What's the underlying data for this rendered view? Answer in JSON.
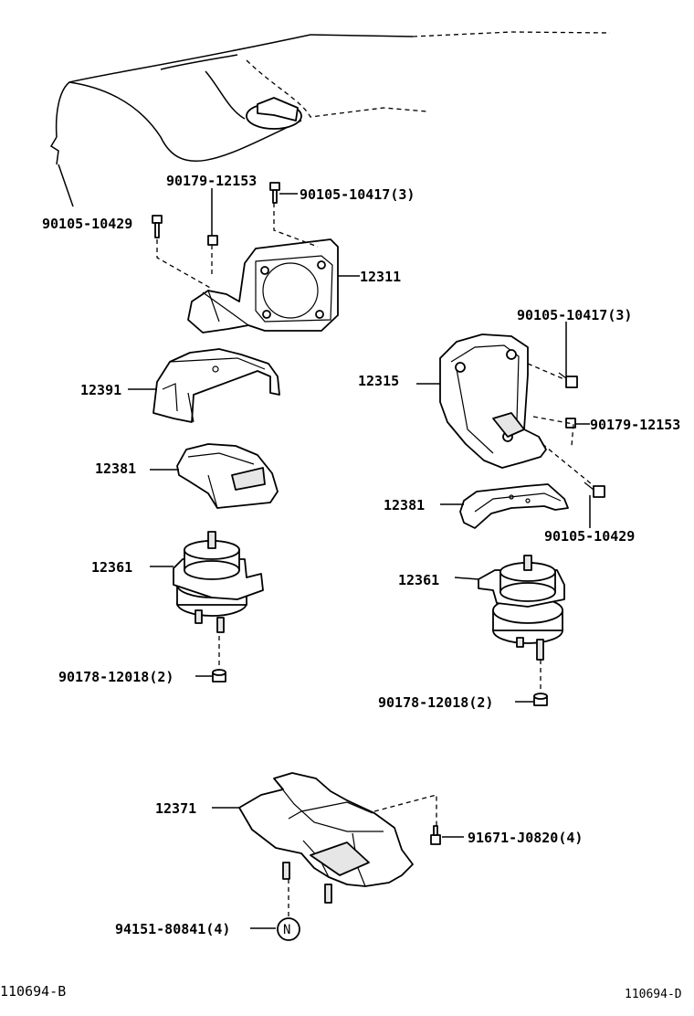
{
  "labels": {
    "p90179_12153_top": "90179-12153",
    "p90105_10417_top": "90105-10417(3)",
    "p90105_10429_left": "90105-10429",
    "p12311": "12311",
    "p12391": "12391",
    "p12381_left": "12381",
    "p12361_left": "12361",
    "p90178_12018_left": "90178-12018(2)",
    "p90105_10417_right": "90105-10417(3)",
    "p12315": "12315",
    "p90179_12153_right": "90179-12153",
    "p12381_right": "12381",
    "p90105_10429_right": "90105-10429",
    "p12361_right": "12361",
    "p90178_12018_right": "90178-12018(2)",
    "p12371": "12371",
    "p91671_J0820": "91671-J0820(4)",
    "p94151_80841": "94151-80841(4)",
    "n_marker": "N"
  },
  "footer": {
    "left_code": "110694-B",
    "right_code": "110694-D"
  }
}
